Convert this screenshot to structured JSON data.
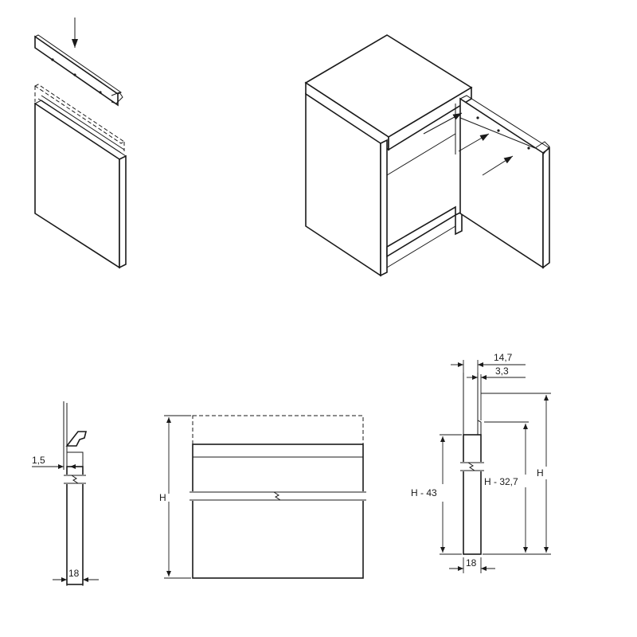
{
  "dimensions": {
    "left_profile_offset": "1,5",
    "left_profile_thickness": "18",
    "front_height": "H",
    "right_top_width": "14,7",
    "right_top_inner": "3,3",
    "right_height_minus_43": "H - 43",
    "right_height_minus_32_7": "H - 32,7",
    "right_height": "H",
    "right_thickness": "18"
  },
  "colors": {
    "line": "#1a1a1a",
    "background": "#ffffff"
  }
}
